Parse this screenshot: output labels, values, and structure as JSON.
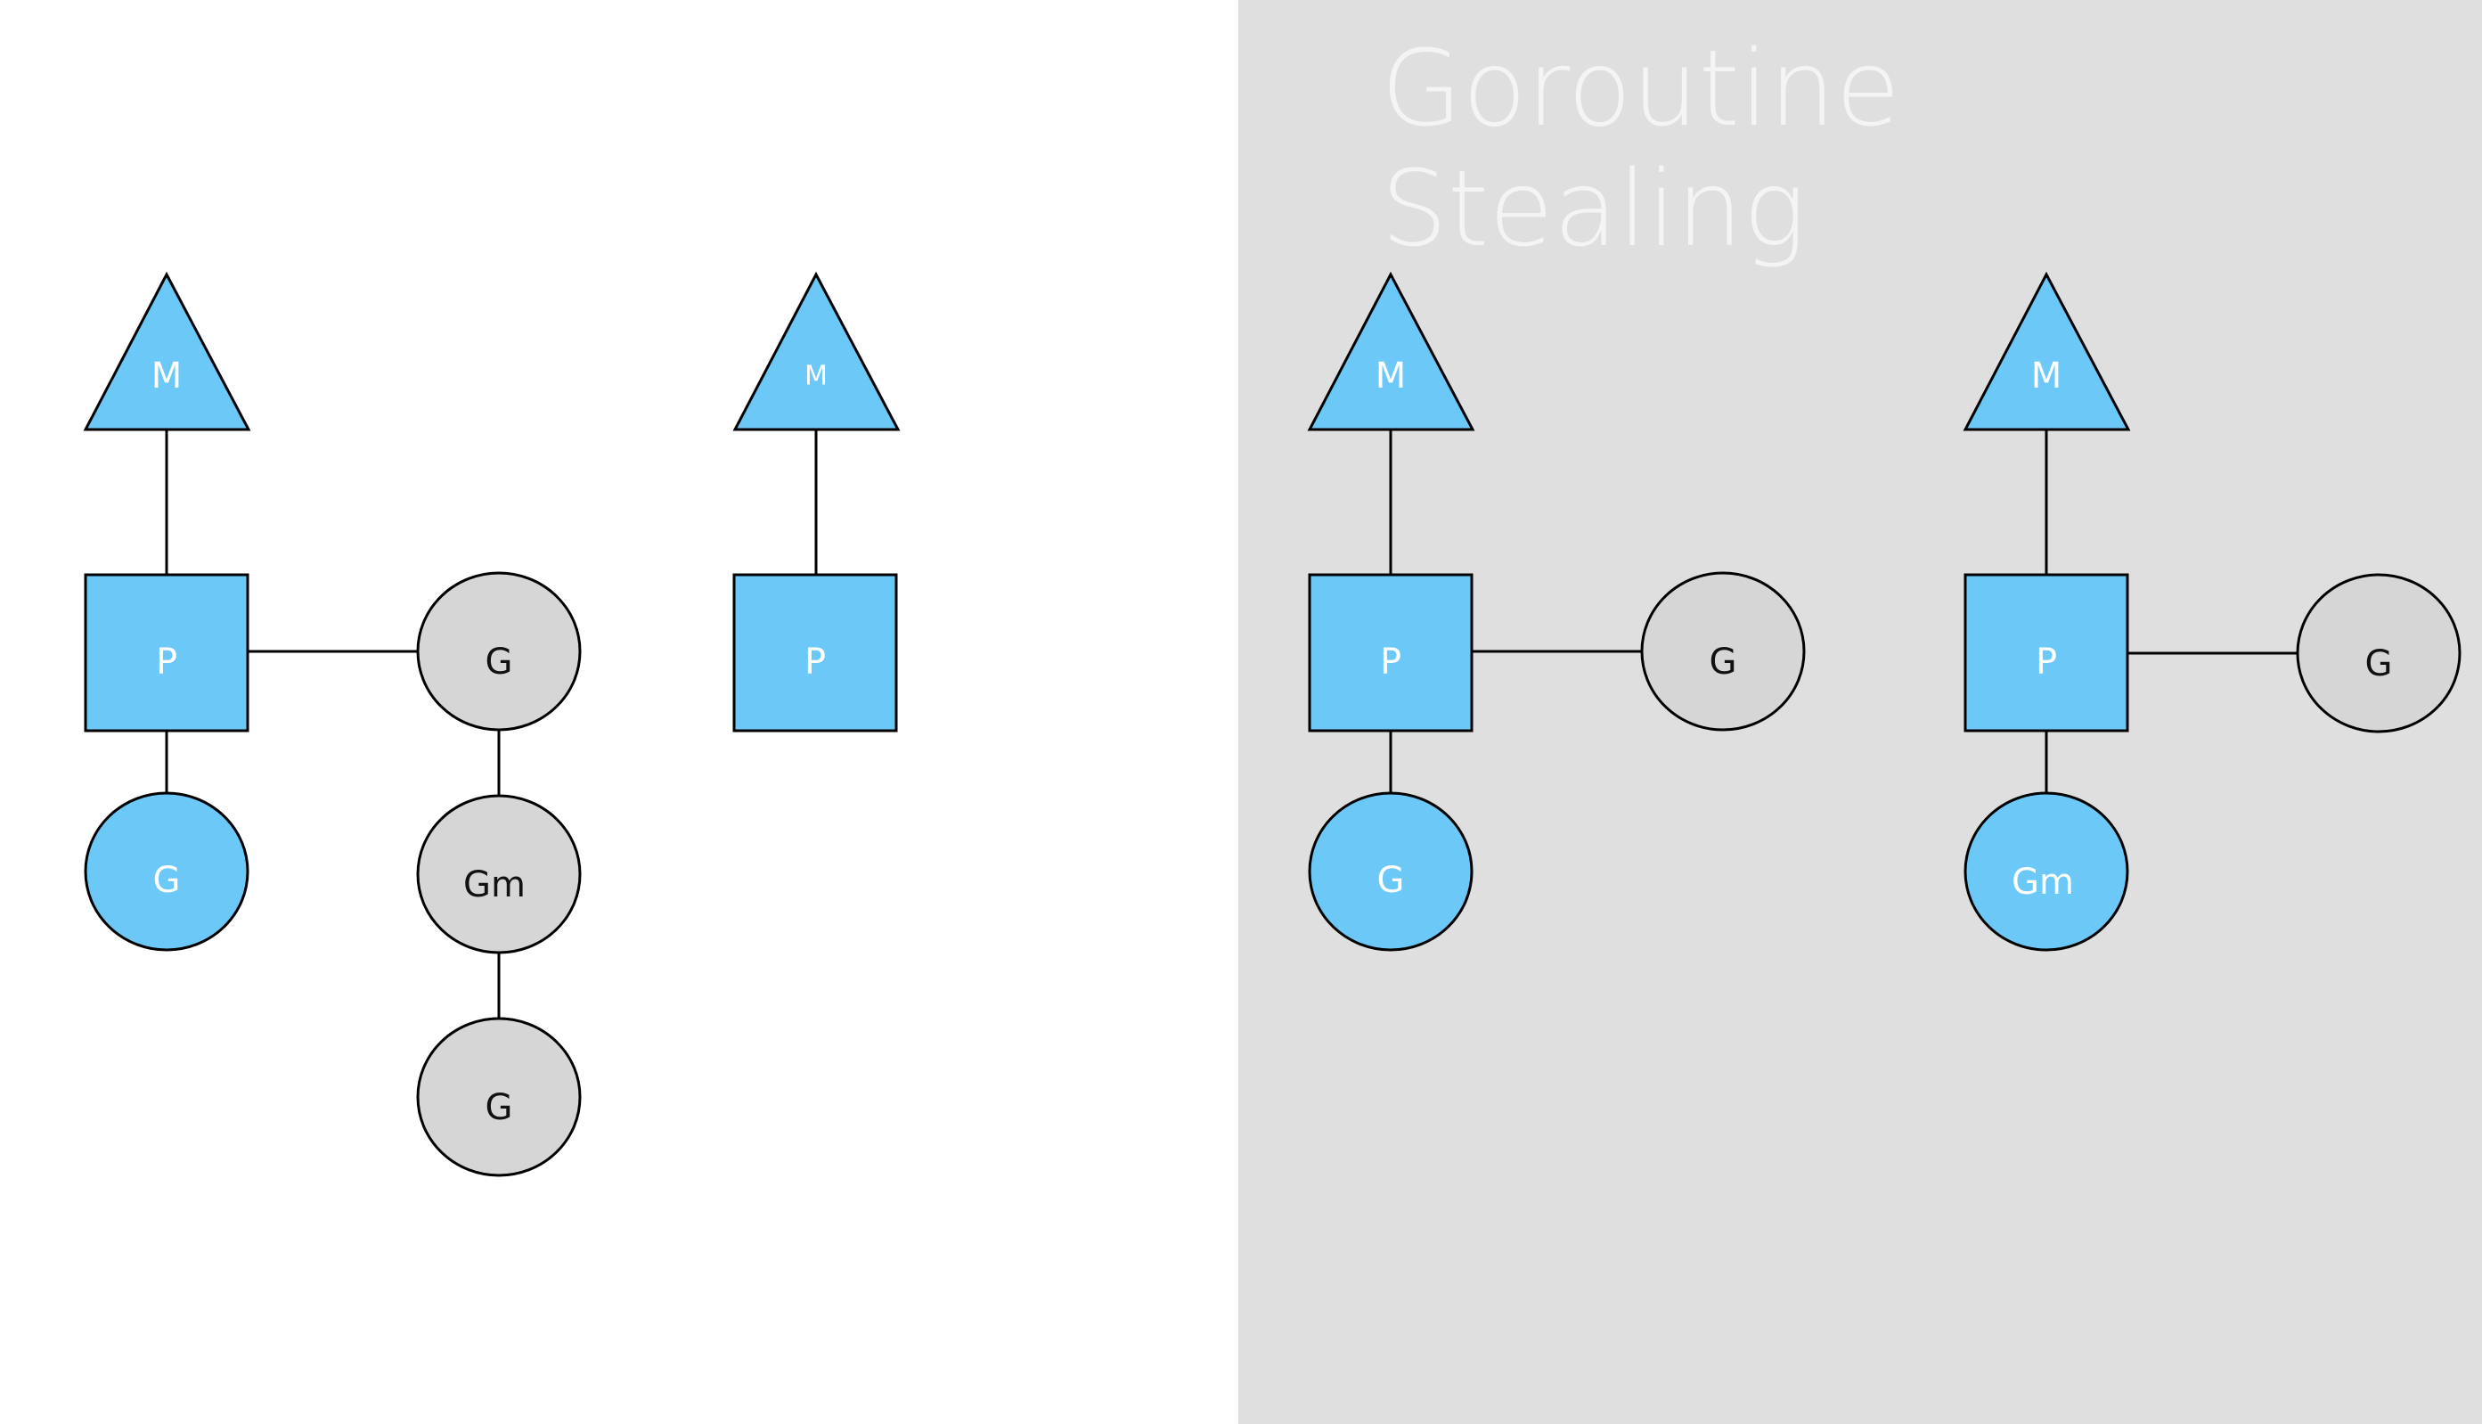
{
  "title": {
    "lines": [
      "Goroutine",
      "Stealing"
    ]
  },
  "colors": {
    "background": "#ffffff",
    "panel": "#dfdfdf",
    "active_fill": "#6bc8f7",
    "idle_fill": "#d6d6d6",
    "stroke": "#000000",
    "label_on_active": "#ffffff",
    "label_on_idle": "#111111",
    "title": "#f4f4f4"
  },
  "before": {
    "left": {
      "machine": {
        "label": "M"
      },
      "processor": {
        "label": "P"
      },
      "running": {
        "label": "G"
      },
      "queue": [
        {
          "label": "G"
        },
        {
          "label": "Gm"
        },
        {
          "label": "G"
        }
      ]
    },
    "right": {
      "machine": {
        "label": "M"
      },
      "processor": {
        "label": "P"
      }
    }
  },
  "after": {
    "left": {
      "machine": {
        "label": "M"
      },
      "processor": {
        "label": "P"
      },
      "running": {
        "label": "G"
      },
      "queue": [
        {
          "label": "G"
        }
      ]
    },
    "right": {
      "machine": {
        "label": "M"
      },
      "processor": {
        "label": "P"
      },
      "running": {
        "label": "Gm"
      },
      "queue": [
        {
          "label": "G"
        }
      ]
    }
  }
}
